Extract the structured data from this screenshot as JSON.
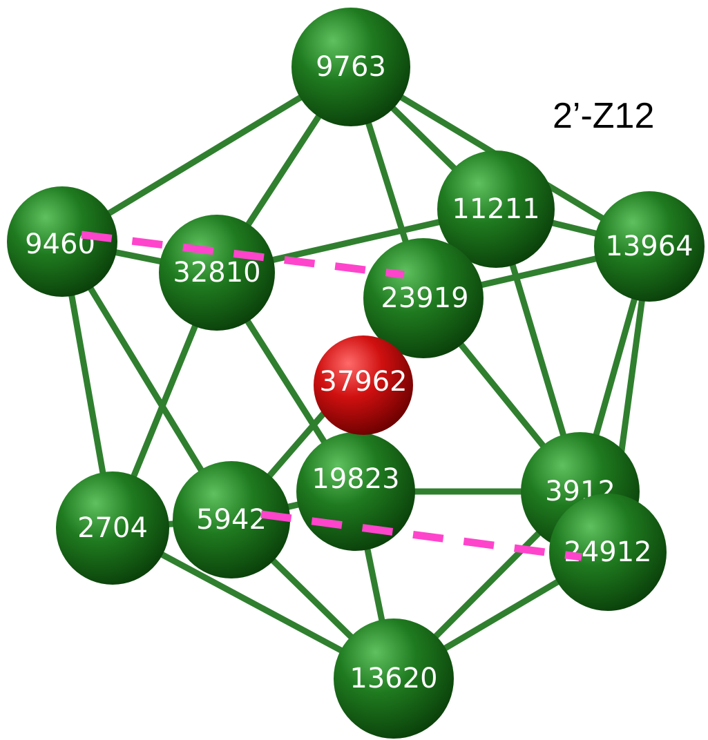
{
  "structure_label": "2’-Z12",
  "colors": {
    "bond": "#2f7f2f",
    "atom_green_light": "#5fc15f",
    "atom_green_mid": "#1f7a1f",
    "atom_green_dark": "#0a3f0a",
    "atom_red_light": "#ff6a6a",
    "atom_red_mid": "#d01010",
    "atom_red_dark": "#6a0000",
    "dashed_line": "#ff44cc",
    "label_text": "#ffffff"
  },
  "atoms": [
    {
      "id": "a9763",
      "label": "9763",
      "color": "green"
    },
    {
      "id": "a9460",
      "label": "9460",
      "color": "green"
    },
    {
      "id": "a32810",
      "label": "32810",
      "color": "green"
    },
    {
      "id": "a11211",
      "label": "11211",
      "color": "green"
    },
    {
      "id": "a13964",
      "label": "13964",
      "color": "green"
    },
    {
      "id": "a23919",
      "label": "23919",
      "color": "green"
    },
    {
      "id": "a37962",
      "label": "37962",
      "color": "red"
    },
    {
      "id": "a19823",
      "label": "19823",
      "color": "green"
    },
    {
      "id": "a3912",
      "label": "3912",
      "color": "green"
    },
    {
      "id": "a2704",
      "label": "2704",
      "color": "green"
    },
    {
      "id": "a5942",
      "label": "5942",
      "color": "green"
    },
    {
      "id": "a24912",
      "label": "24912",
      "color": "green"
    },
    {
      "id": "a13620",
      "label": "13620",
      "color": "green"
    }
  ],
  "bonds": [
    [
      "a9763",
      "a9460"
    ],
    [
      "a9763",
      "a32810"
    ],
    [
      "a9763",
      "a23919"
    ],
    [
      "a9763",
      "a11211"
    ],
    [
      "a9763",
      "a13964"
    ],
    [
      "a9460",
      "a32810"
    ],
    [
      "a9460",
      "a2704"
    ],
    [
      "a9460",
      "a5942"
    ],
    [
      "a32810",
      "a11211"
    ],
    [
      "a32810",
      "a2704"
    ],
    [
      "a32810",
      "a19823"
    ],
    [
      "a11211",
      "a13964"
    ],
    [
      "a11211",
      "a3912"
    ],
    [
      "a13964",
      "a23919"
    ],
    [
      "a13964",
      "a3912"
    ],
    [
      "a13964",
      "a24912"
    ],
    [
      "a23919",
      "a5942"
    ],
    [
      "a23919",
      "a3912"
    ],
    [
      "a19823",
      "a5942"
    ],
    [
      "a19823",
      "a3912"
    ],
    [
      "a19823",
      "a13620"
    ],
    [
      "a2704",
      "a5942"
    ],
    [
      "a2704",
      "a13620"
    ],
    [
      "a5942",
      "a13620"
    ],
    [
      "a3912",
      "a13620"
    ],
    [
      "a24912",
      "a13620"
    ]
  ],
  "dashed_lines": [
    {
      "from": "a9460",
      "to": "a23919"
    },
    {
      "from": "a5942",
      "to": "a24912"
    }
  ]
}
